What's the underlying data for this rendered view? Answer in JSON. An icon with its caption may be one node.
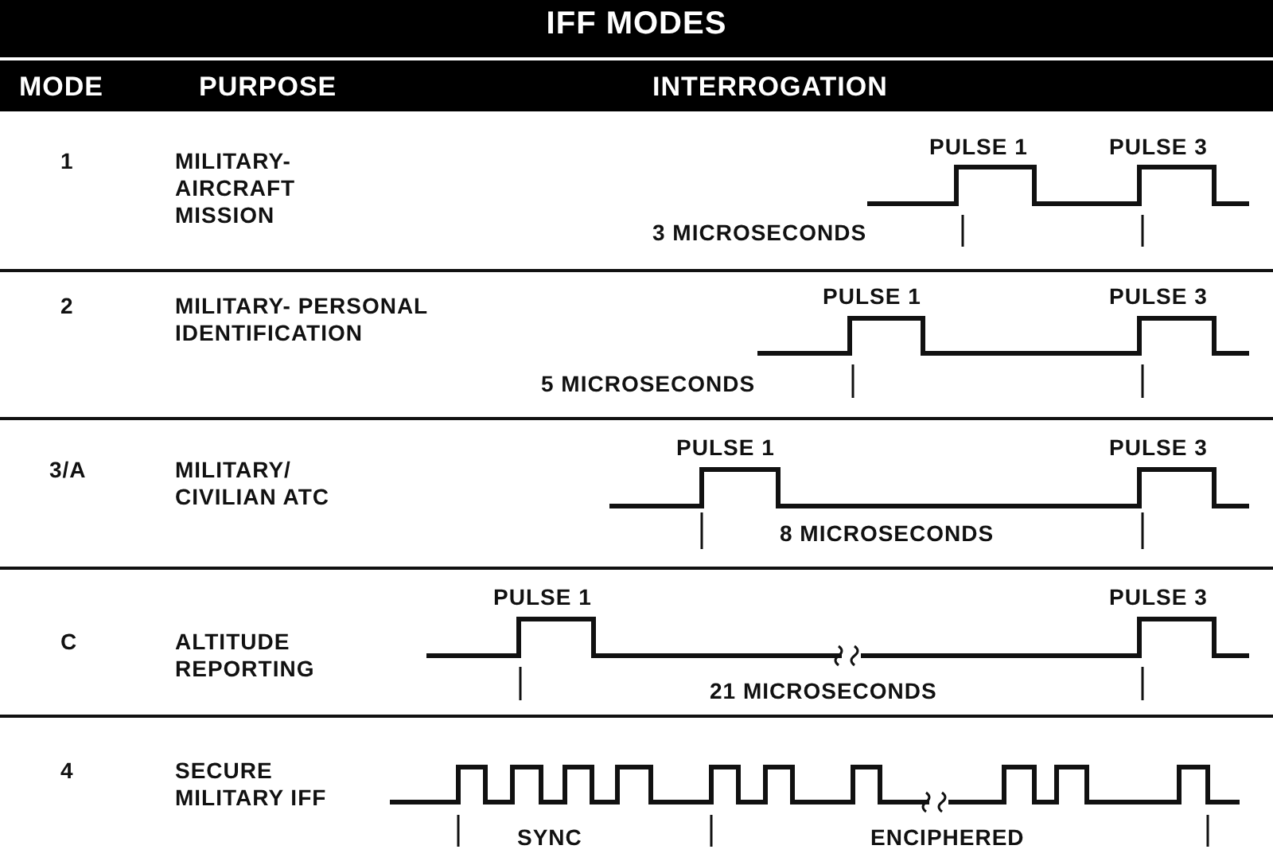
{
  "diagram": {
    "title": "IFF MODES",
    "labels": [
      "MODE",
      "PURPOSE",
      "INTERROGATION",
      "1",
      "MILITARY- AIRCRAFT MISSION",
      "PULSE 1",
      "PULSE 3",
      "3 MICROSECONDS",
      "2",
      "MILITARY- PERSONAL IDENTIFICATION",
      "PULSE 1",
      "PULSE 3",
      "5 MICROSECONDS",
      "3/A",
      "MILITARY/ CIVILIAN ATC",
      "PULSE 1",
      "PULSE 3",
      "8 MICROSECONDS",
      "C",
      "ALTITUDE REPORTING",
      "PULSE 1",
      "PULSE 3",
      "21 MICROSECONDS",
      "4",
      "SECURE MILITARY IFF",
      "SYNC",
      "ENCIPHERED"
    ]
  }
}
